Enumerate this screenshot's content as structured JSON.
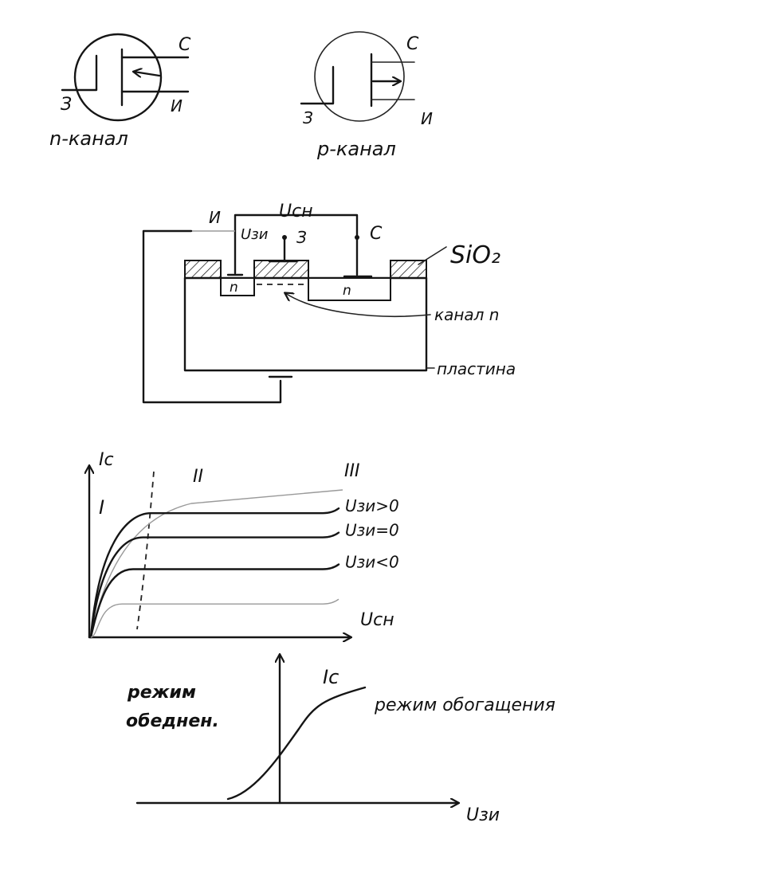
{
  "symbols": {
    "n_channel": {
      "caption": "n-канал",
      "gate": "З",
      "drain": "С",
      "source": "И"
    },
    "p_channel": {
      "caption": "p-канал",
      "gate": "З",
      "drain": "С",
      "source": "И"
    }
  },
  "structure": {
    "source": "И",
    "gate": "З",
    "drain": "С",
    "u_ds": "Uсн",
    "u_gs": "Uзи",
    "region_n": "n",
    "oxide": "SiO₂",
    "channel": "канал n",
    "substrate": "пластина"
  },
  "output_chart": {
    "y_label": "Iс",
    "x_label": "Uсн",
    "regions": [
      "I",
      "II",
      "III"
    ],
    "curves": [
      {
        "label": "Uзи>0",
        "level": 0.82
      },
      {
        "label": "Uзи=0",
        "level": 0.66
      },
      {
        "label": "Uзи<0",
        "level": 0.45
      },
      {
        "label": "",
        "level": 0.22
      }
    ]
  },
  "transfer_chart": {
    "y_label": "Iс",
    "x_label": "Uзи",
    "mode_depletion": [
      "режим",
      "обеднен."
    ],
    "mode_enhancement": "режим обогащения"
  },
  "colors": {
    "ink": "#151515",
    "faint": "#9a9a9a",
    "paper": "#ffffff"
  }
}
